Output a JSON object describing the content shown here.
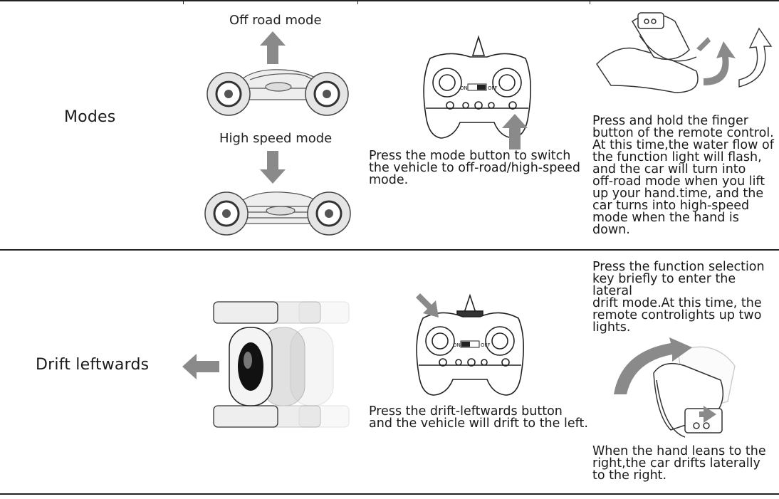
{
  "rows": [
    {
      "label": "Modes",
      "car_captions": {
        "top": "Off road mode",
        "bottom": "High speed mode"
      },
      "remote_caption": "Press the mode button to switch\nthe vehicle to off-road/high-speed\nmode.",
      "remote_switch": {
        "on": "ON",
        "off": "OFF"
      },
      "gesture_text": "Press and hold the finger\nbutton of the remote control.\nAt this time,the water flow of\nthe function light will flash,\nand the car will turn into\noff-road mode when you lift\nup your hand.time, and the\ncar turns into high-speed\nmode when the hand is down."
    },
    {
      "label": "Drift leftwards",
      "remote_caption": "Press the drift-leftwards button\nand the vehicle will drift to the left.",
      "remote_switch": {
        "on": "ON",
        "off": "OFF"
      },
      "gesture_text_top": "Press the function selection\nkey briefly to enter the lateral\ndrift mode.At this time, the\nremote controlights up two\nlights.",
      "gesture_text_bottom": "When the hand leans to the\nright,the car drifts laterally\nto the right."
    }
  ],
  "colors": {
    "arrow": "#8a8a8a",
    "line": "#222222",
    "text": "#1a1a1a"
  }
}
